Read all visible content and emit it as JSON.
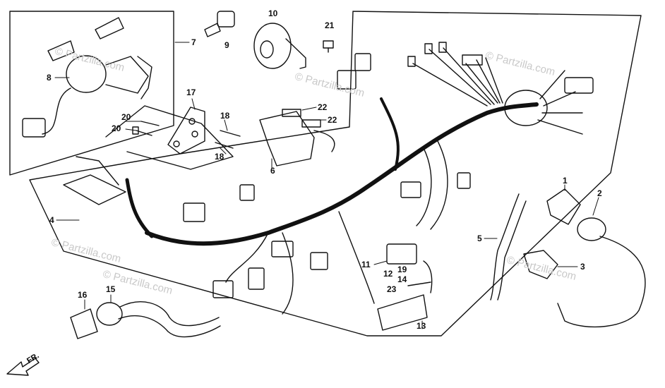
{
  "callouts": {
    "c1": "1",
    "c2": "2",
    "c3": "3",
    "c4": "4",
    "c5": "5",
    "c6": "6",
    "c7": "7",
    "c8": "8",
    "c9": "9",
    "c10": "10",
    "c11": "11",
    "c12": "12",
    "c13": "13",
    "c14": "14",
    "c15": "15",
    "c16": "16",
    "c17": "17",
    "c18a": "18",
    "c18b": "18",
    "c19": "19",
    "c20a": "20",
    "c20b": "20",
    "c21": "21",
    "c22a": "22",
    "c22b": "22",
    "c23": "23"
  },
  "watermarks": {
    "w1": "© Partzilla.com",
    "w2": "© Partzilla.com",
    "w3": "© Partzilla.com",
    "w4": "© Partzilla.com",
    "w5": "© Partzilla.com",
    "w6": "© Partzilla.com"
  },
  "direction": {
    "front": "FR."
  }
}
